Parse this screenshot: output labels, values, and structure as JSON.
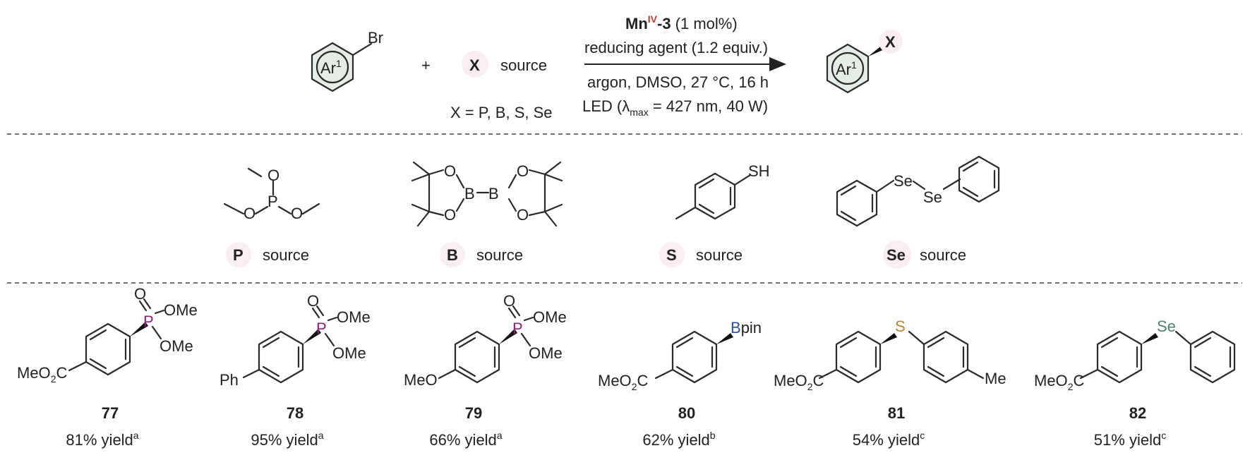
{
  "reaction": {
    "aryl_label": "Ar",
    "aryl_sup": "1",
    "halogen": "Br",
    "plus": "+",
    "x_label": "X",
    "source_word": "source",
    "x_def": "X = P, B, S, Se",
    "catalyst_base": "Mn",
    "catalyst_ox": "IV",
    "catalyst_id": "-3",
    "catalyst_load": " (1 mol%)",
    "reducing": "reducing agent (1.2 equiv.)",
    "conditions": "argon, DMSO, 27 °C, 16 h",
    "led_prefix": "LED (λ",
    "led_sub": "max",
    "led_suffix": " = 427 nm, 40 W)",
    "product_x": "X",
    "colors": {
      "catalyst_ox": "#c0392b",
      "P": "#8e1f7a",
      "B": "#2f4f9f",
      "S": "#b08a2e",
      "Se": "#4f8070",
      "ring_fill": "#e4eee6"
    }
  },
  "sources": [
    {
      "badge": "P",
      "label": "source"
    },
    {
      "badge": "B",
      "label": "source"
    },
    {
      "badge": "S",
      "label": "source"
    },
    {
      "badge": "Se",
      "label": "source"
    }
  ],
  "atoms": {
    "O": "O",
    "P": "P",
    "B": "B",
    "SH": "SH",
    "Se": "Se",
    "S": "S",
    "OMe": "OMe",
    "Ph": "Ph",
    "MeO": "MeO",
    "MeO2C_a": "MeO",
    "two": "2",
    "C": "C",
    "Me": "Me",
    "pin": "pin"
  },
  "products": [
    {
      "id": "77",
      "yield": "81% yield",
      "note": "a"
    },
    {
      "id": "78",
      "yield": "95% yield",
      "note": "a"
    },
    {
      "id": "79",
      "yield": "66% yield",
      "note": "a"
    },
    {
      "id": "80",
      "yield": "62% yield",
      "note": "b"
    },
    {
      "id": "81",
      "yield": "54% yield",
      "note": "c"
    },
    {
      "id": "82",
      "yield": "51% yield",
      "note": "c"
    }
  ]
}
